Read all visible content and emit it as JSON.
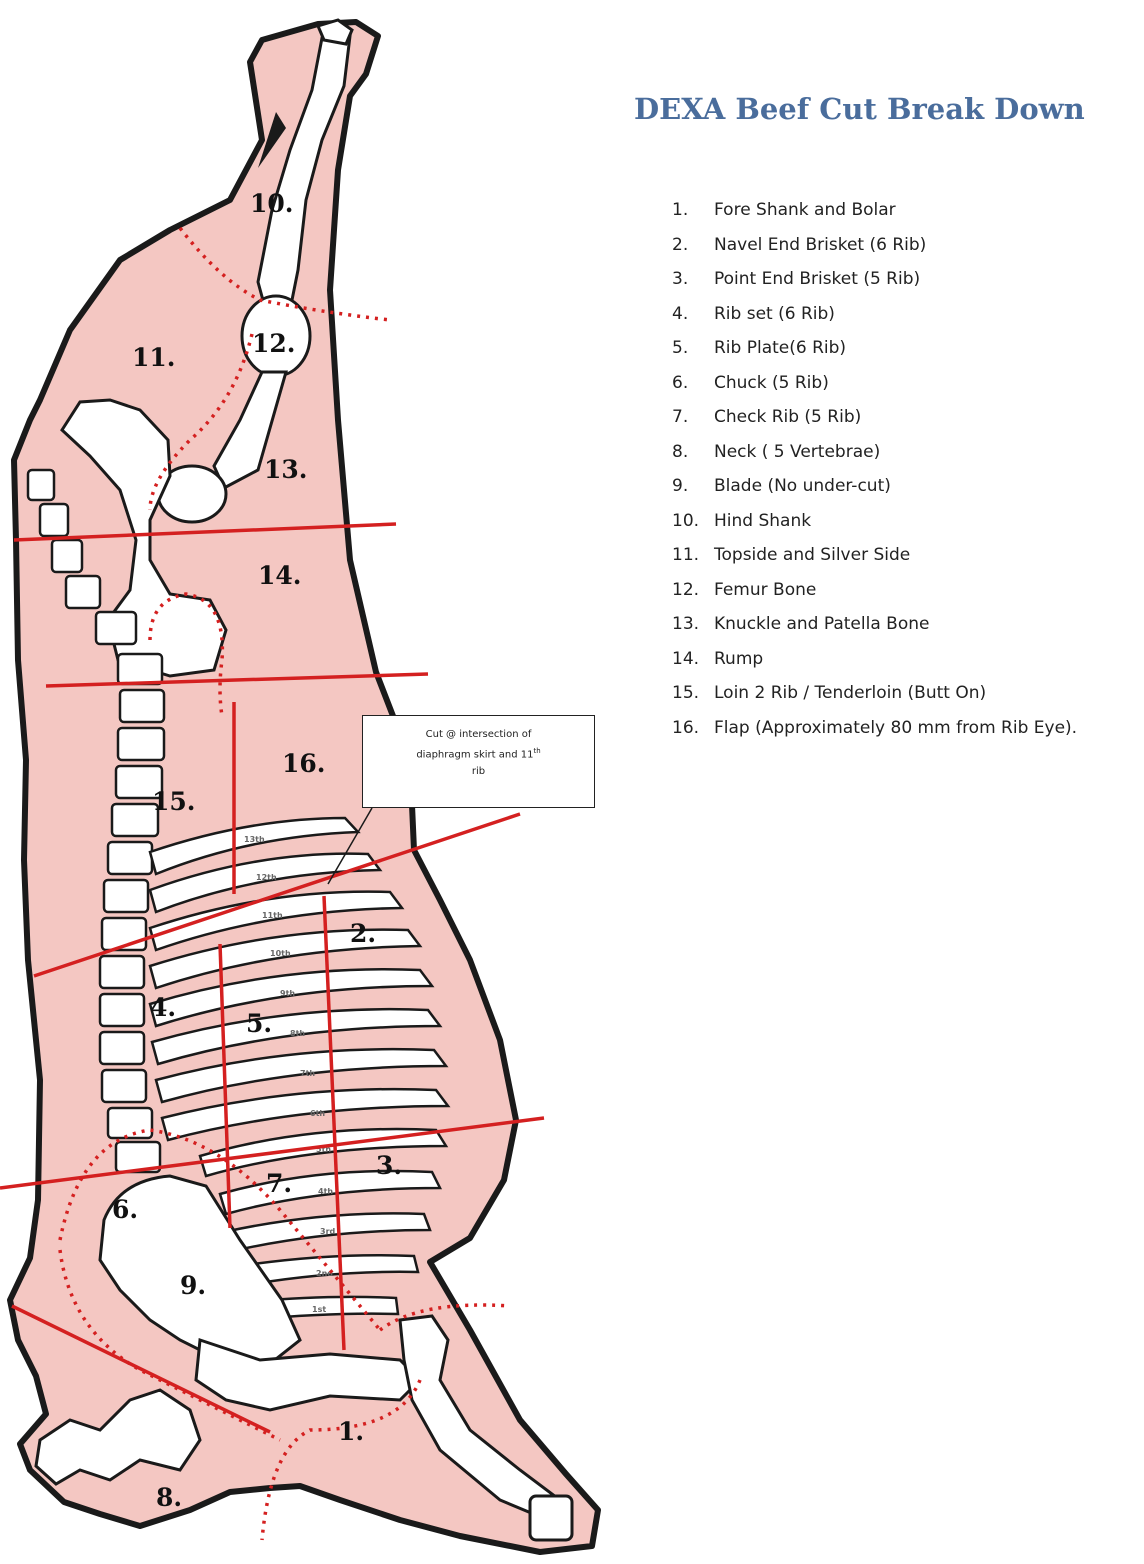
{
  "title": "DEXA Beef Cut Break Down",
  "legend": [
    {
      "num": "1.",
      "label": "Fore Shank and Bolar"
    },
    {
      "num": "2.",
      "label": "Navel End Brisket (6 Rib)"
    },
    {
      "num": "3.",
      "label": "Point End Brisket (5 Rib)"
    },
    {
      "num": "4.",
      "label": "Rib set (6 Rib)"
    },
    {
      "num": "5.",
      "label": "Rib Plate(6 Rib)"
    },
    {
      "num": "6.",
      "label": "Chuck (5 Rib)"
    },
    {
      "num": "7.",
      "label": "Check Rib (5 Rib)"
    },
    {
      "num": "8.",
      "label": "Neck ( 5 Vertebrae)"
    },
    {
      "num": "9.",
      "label": "Blade (No under-cut)"
    },
    {
      "num": "10.",
      "label": "Hind Shank"
    },
    {
      "num": "11.",
      "label": "Topside and Silver Side"
    },
    {
      "num": "12.",
      "label": "Femur Bone"
    },
    {
      "num": "13.",
      "label": "Knuckle and Patella Bone"
    },
    {
      "num": "14.",
      "label": "Rump"
    },
    {
      "num": "15.",
      "label": "Loin 2 Rib / Tenderloin (Butt On)"
    },
    {
      "num": "16.",
      "label": "Flap (Approximately 80 mm from Rib Eye)."
    }
  ],
  "regions": {
    "r1": "1.",
    "r2": "2.",
    "r3": "3.",
    "r4": "4.",
    "r5": "5.",
    "r6": "6.",
    "r7": "7.",
    "r8": "8.",
    "r9": "9.",
    "r10": "10.",
    "r11": "11.",
    "r12": "12.",
    "r13": "13.",
    "r14": "14.",
    "r15": "15.",
    "r16": "16."
  },
  "callout": {
    "line1": "Cut @ intersection of",
    "line2": "diaphragm skirt and 11",
    "line2_sup": "th",
    "line3": "rib"
  },
  "rib_numbers": [
    "13th",
    "12th",
    "11th",
    "10th",
    "9th",
    "8th",
    "7th",
    "6th",
    "5th",
    "4th",
    "3rd",
    "2nd",
    "1st"
  ],
  "colors": {
    "meat": "#f4c7c2",
    "outline": "#1a1a1a",
    "bone": "#ffffff",
    "cut_line": "#d42020",
    "title": "#4a6d9c"
  }
}
